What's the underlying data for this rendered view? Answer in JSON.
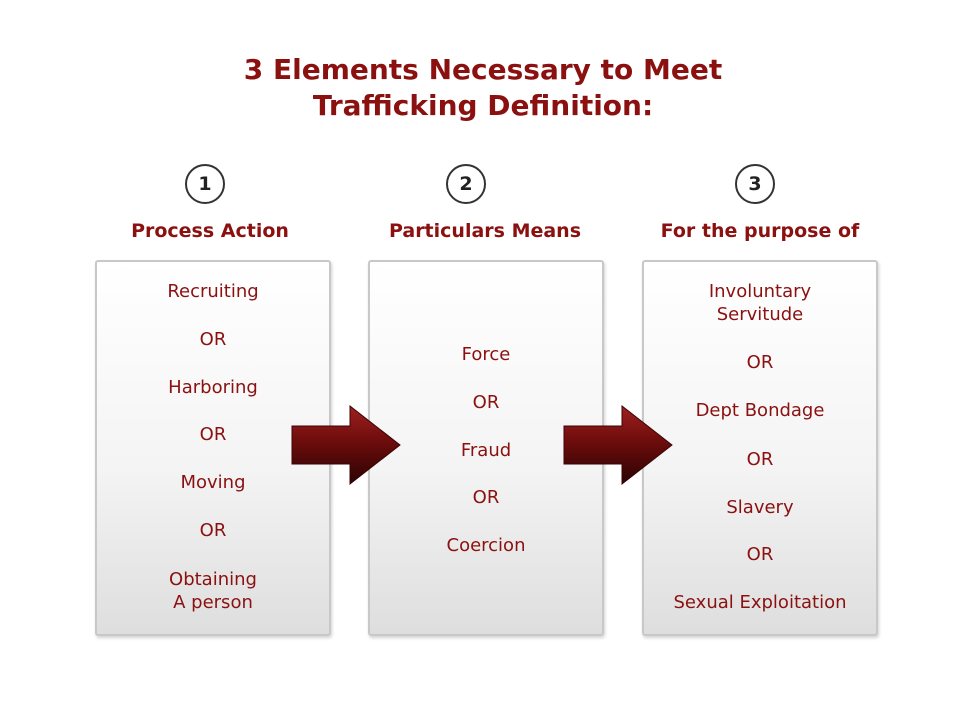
{
  "title": {
    "line1": "3 Elements Necessary to Meet",
    "line2": "Trafficking Definition:"
  },
  "columns": [
    {
      "number": "1",
      "heading": "Process Action",
      "items": [
        "Recruiting",
        "OR",
        "Harboring",
        "OR",
        "Moving",
        "OR",
        "Obtaining\nA person"
      ]
    },
    {
      "number": "2",
      "heading": "Particulars Means",
      "items": [
        "Force",
        "OR",
        "Fraud",
        "OR",
        "Coercion"
      ]
    },
    {
      "number": "3",
      "heading": "For the purpose of",
      "items": [
        "Involuntary\nServitude",
        "OR",
        "Dept Bondage",
        "OR",
        "Slavery",
        "OR",
        "Sexual Exploitation"
      ]
    }
  ],
  "colors": {
    "title": "#8b1010",
    "text": "#8b1010",
    "arrow": "#5a0a0a"
  },
  "icons": [
    "right-arrow-icon",
    "right-arrow-icon"
  ]
}
